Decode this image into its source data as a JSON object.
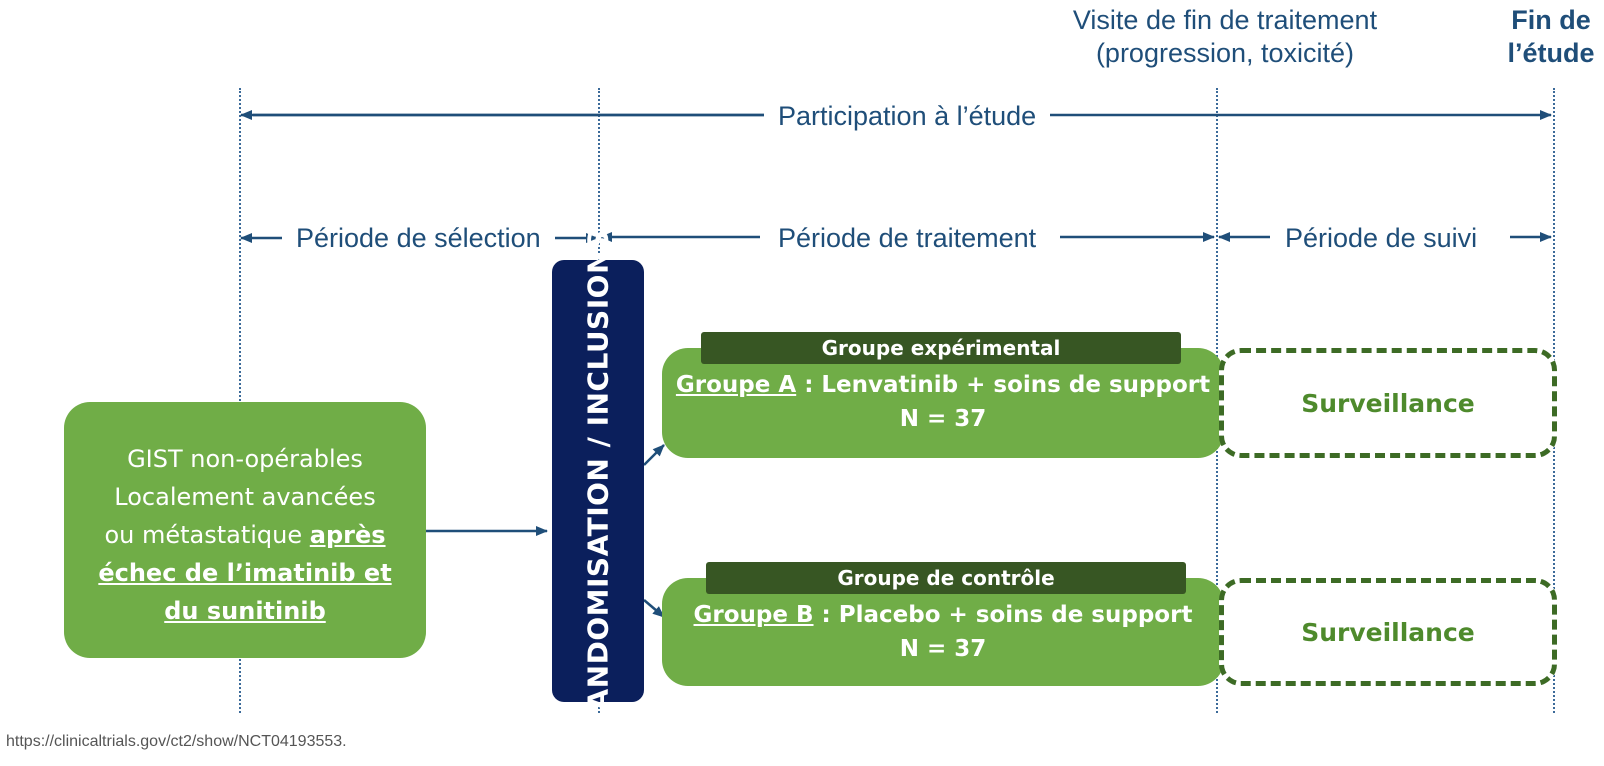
{
  "top_labels": {
    "end_of_treatment_line1": "Visite de fin de traitement",
    "end_of_treatment_line2": "(progression, toxicité)",
    "end_of_study_line1": "Fin de",
    "end_of_study_line2": "l’étude"
  },
  "spans": {
    "participation": "Participation à l’étude",
    "selection": "Période de sélection",
    "treatment": "Période de traitement",
    "follow_up": "Période de suivi"
  },
  "population": {
    "line1": "GIST non-opérables",
    "line2": "Localement avancées",
    "line3_plain": "ou métastatique ",
    "line3_underlined": "après",
    "line4": "échec de l’imatinib et",
    "line5": "du sunitinib"
  },
  "randomization": "RANDOMISATION / INCLUSIONS",
  "arms": [
    {
      "tag": "Groupe expérimental",
      "name": "Groupe A",
      "separator": " : ",
      "treatment": "Lenvatinib + soins de support",
      "n": "N = 37",
      "follow_up": "Surveillance"
    },
    {
      "tag": "Groupe de contrôle",
      "name": "Groupe B",
      "separator": " : ",
      "treatment": "Placebo + soins de support",
      "n": "N = 37",
      "follow_up": "Surveillance"
    }
  ],
  "colors": {
    "navy": "#0b1f5c",
    "text_blue": "#1f4e79",
    "green": "#70ad47",
    "dark_green": "#375623"
  },
  "footer": "https://clinicaltrials.gov/ct2/show/NCT04193553."
}
